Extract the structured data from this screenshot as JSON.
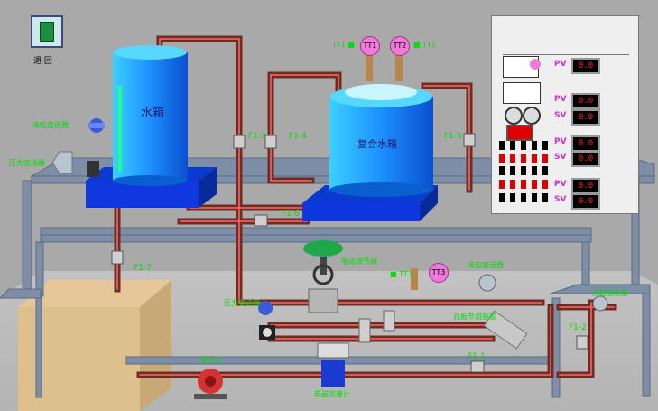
{
  "back_button": {
    "label": "退 回"
  },
  "tanks": {
    "water_tank": "水箱",
    "composite_tank": "复合水箱"
  },
  "sensors": {
    "tt1": "TT1",
    "tt2": "TT2",
    "tt3": "TT3"
  },
  "valves": {
    "f1_1": "F1-1",
    "f1_2": "F1-2",
    "f1_3": "F1-3",
    "f1_4": "F1-4",
    "f1_5": "F1-5",
    "f1_6": "F1-6",
    "f1_7": "F1-7"
  },
  "device_labels": {
    "tt1_tag": "TT1 ■",
    "tt2_tag": "■ TT2",
    "flow_meter_top": "电动调节阀",
    "tt3_tag": "■ TT3",
    "pressure_sensor": "压力变送器",
    "level_transmitter": "液位变送器",
    "pressure_transmitter": "压力变送器",
    "orifice_meter": "孔板节流装置",
    "right_transmitter": "流量变送器",
    "magnetic_flowmeter": "电磁流量计",
    "pump": "磁力泵",
    "left_top_sensor": "液位变送器"
  },
  "control_panel": {
    "pv_label": "PV",
    "sv_label": "SV",
    "displays": [
      "0.0",
      "0.0",
      "0.0",
      "0.0",
      "0.0",
      "0.0",
      "0.0"
    ]
  },
  "colors": {
    "pipe": "#6e2d22",
    "pipe_stripe": "#ff6a6a",
    "tank_blue": "#1d8fff",
    "frame": "#7e8ea6",
    "label_green": "#00e000"
  }
}
